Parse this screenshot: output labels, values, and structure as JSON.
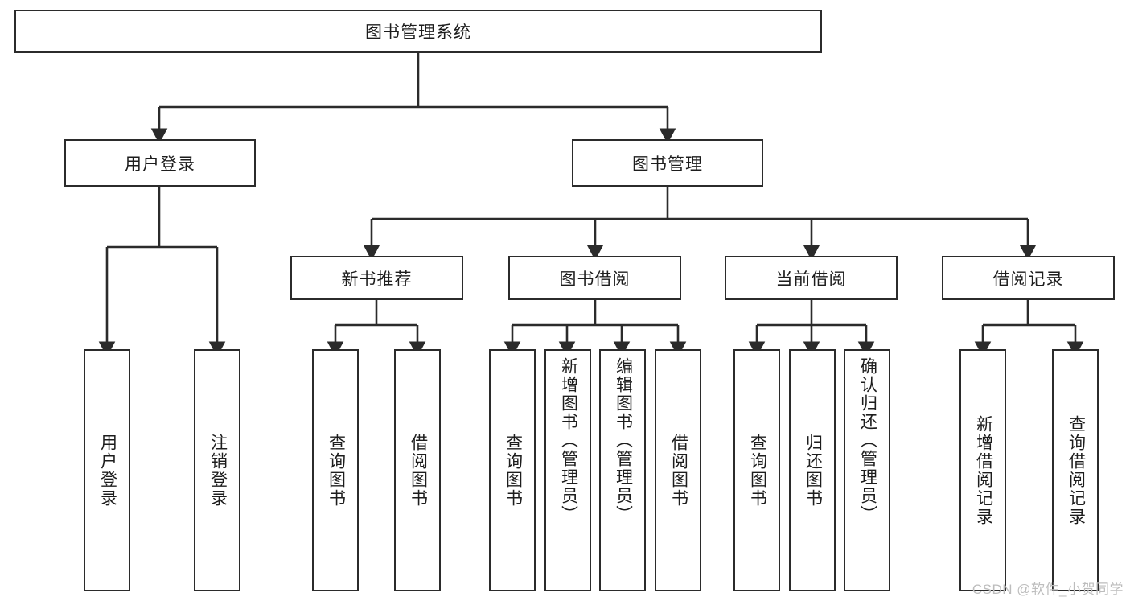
{
  "diagram": {
    "type": "tree",
    "title": "图书管理系统",
    "root": {
      "label": "图书管理系统",
      "children": [
        {
          "label": "用户登录",
          "children": [
            {
              "label": "用户登录"
            },
            {
              "label": "注销登录"
            }
          ]
        },
        {
          "label": "图书管理",
          "children": [
            {
              "label": "新书推荐",
              "children": [
                {
                  "label": "查询图书"
                },
                {
                  "label": "借阅图书"
                }
              ]
            },
            {
              "label": "图书借阅",
              "children": [
                {
                  "label": "查询图书"
                },
                {
                  "label": "新增图书（管理员）"
                },
                {
                  "label": "编辑图书（管理员）"
                },
                {
                  "label": "借阅图书"
                }
              ]
            },
            {
              "label": "当前借阅",
              "children": [
                {
                  "label": "查询图书"
                },
                {
                  "label": "归还图书"
                },
                {
                  "label": "确认归还（管理员）"
                }
              ]
            },
            {
              "label": "借阅记录",
              "children": [
                {
                  "label": "新增借阅记录"
                },
                {
                  "label": "查询借阅记录"
                }
              ]
            }
          ]
        }
      ]
    }
  },
  "nodes": {
    "root": "图书管理系统",
    "user_login": "用户登录",
    "book_manage": "图书管理",
    "new_book_rec": "新书推荐",
    "book_borrow": "图书借阅",
    "current_borrow": "当前借阅",
    "borrow_record": "借阅记录",
    "leaf_user_login": "用户登录",
    "leaf_logout": "注销登录",
    "leaf_query_book_1": "查询图书",
    "leaf_borrow_book_1": "借阅图书",
    "leaf_query_book_2": "查询图书",
    "leaf_add_book": "新增图书（管理员）",
    "leaf_edit_book": "编辑图书（管理员）",
    "leaf_borrow_book_2": "借阅图书",
    "leaf_query_book_3": "查询图书",
    "leaf_return_book": "归还图书",
    "leaf_confirm_return": "确认归还（管理员）",
    "leaf_add_record": "新增借阅记录",
    "leaf_query_record": "查询借阅记录"
  },
  "watermark": "CSDN @软件_小贺同学",
  "colors": {
    "stroke": "#2b2b2b",
    "background": "#ffffff",
    "text": "#1d1d1d",
    "watermark": "#bdbdbd"
  }
}
